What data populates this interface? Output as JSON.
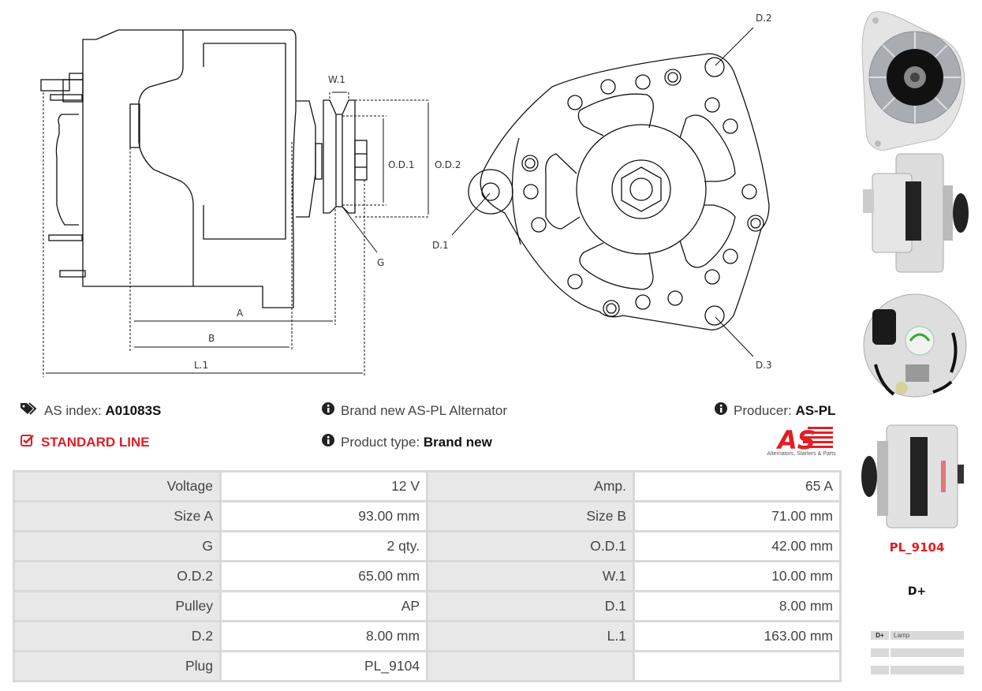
{
  "drawing": {
    "side_labels": {
      "w1": "W.1",
      "od1": "O.D.1",
      "od2": "O.D.2",
      "a": "A",
      "b": "B",
      "l1": "L.1",
      "g": "G"
    },
    "front_labels": {
      "d1": "D.1",
      "d2": "D.2",
      "d3": "D.3"
    }
  },
  "info": {
    "as_index_label": "AS index:",
    "as_index_value": "A01083S",
    "line": "STANDARD LINE",
    "description": "Brand new AS-PL Alternator",
    "product_type_label": "Product type:",
    "product_type_value": "Brand new",
    "producer_label": "Producer:",
    "producer_value": "AS-PL",
    "logo_text": "AS",
    "logo_tagline": "Alternators, Starters & Parts"
  },
  "specs": [
    {
      "label": "Voltage",
      "value": "12 V",
      "label2": "Amp.",
      "value2": "65 A"
    },
    {
      "label": "Size A",
      "value": "93.00 mm",
      "label2": "Size B",
      "value2": "71.00 mm"
    },
    {
      "label": "G",
      "value": "2 qty.",
      "label2": "O.D.1",
      "value2": "42.00 mm"
    },
    {
      "label": "O.D.2",
      "value": "65.00 mm",
      "label2": "W.1",
      "value2": "10.00 mm"
    },
    {
      "label": "Pulley",
      "value": "AP",
      "label2": "D.1",
      "value2": "8.00 mm"
    },
    {
      "label": "D.2",
      "value": "8.00 mm",
      "label2": "L.1",
      "value2": "163.00 mm"
    },
    {
      "label": "Plug",
      "value": "PL_9104",
      "label2": "",
      "value2": ""
    }
  ],
  "plug": {
    "name": "PL_9104",
    "terminal": "D+",
    "pins": [
      {
        "key": "D+",
        "value": "Lamp"
      },
      {
        "key": "",
        "value": ""
      },
      {
        "key": "",
        "value": ""
      }
    ]
  },
  "colors": {
    "accent": "#e31e24",
    "label_bg": "#e8e8e8",
    "border": "#d9d9d9"
  }
}
